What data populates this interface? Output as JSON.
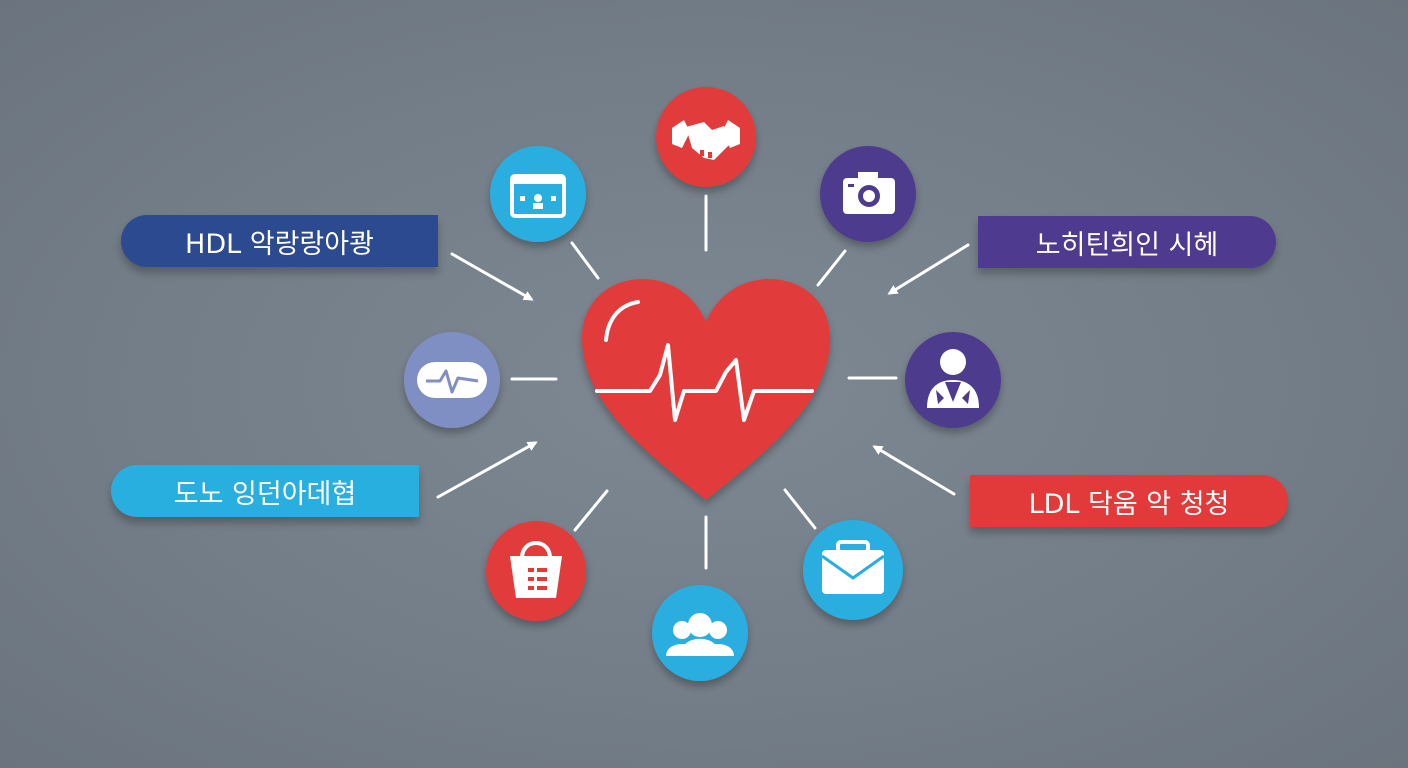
{
  "labels": {
    "top_left": "HDL 악랑랑아쾅",
    "top_right": "노히틴희인 시헤",
    "bottom_left": "도노 잉던아데협",
    "bottom_right": "LDL 닥움 악 청청"
  },
  "icons": [
    {
      "name": "handshake-icon",
      "color": "#e23a3a"
    },
    {
      "name": "camera-icon",
      "color": "#4e3a8e"
    },
    {
      "name": "person-icon",
      "color": "#4e3a8e"
    },
    {
      "name": "briefcase-icon",
      "color": "#29aee0"
    },
    {
      "name": "group-icon",
      "color": "#29aee0"
    },
    {
      "name": "basket-icon",
      "color": "#e23a3a"
    },
    {
      "name": "pulse-monitor-icon",
      "color": "#7f8fc4"
    },
    {
      "name": "calendar-icon",
      "color": "#29aee0"
    }
  ],
  "colors": {
    "heart": "#e23a3a",
    "navy": "#2b4a8f",
    "purple": "#4e3a8e",
    "cyan": "#29aee0",
    "red": "#e23a3a",
    "periwinkle": "#7f8fc4"
  }
}
